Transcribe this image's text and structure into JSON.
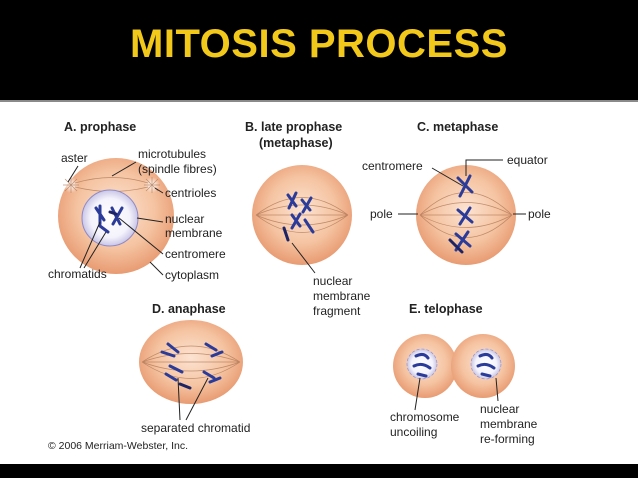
{
  "title": "MITOSIS PROCESS",
  "stages": {
    "a": {
      "title": "A. prophase"
    },
    "b": {
      "title": "B. late prophase",
      "subtitle": "(metaphase)"
    },
    "c": {
      "title": "C. metaphase"
    },
    "d": {
      "title": "D. anaphase"
    },
    "e": {
      "title": "E. telophase"
    }
  },
  "labels": {
    "aster": "aster",
    "microtubules": "microtubules",
    "spindle_fibres": "(spindle fibres)",
    "centrioles": "centrioles",
    "nuclear1": "nuclear",
    "membrane1": "membrane",
    "centromere_a": "centromere",
    "chromatids": "chromatids",
    "cytoplasm": "cytoplasm",
    "nuclear_b": "nuclear",
    "membrane_b": "membrane",
    "fragment_b": "fragment",
    "centromere_c": "centromere",
    "equator": "equator",
    "pole_left": "pole",
    "pole_right": "pole",
    "separated_chromatid": "separated chromatid",
    "chromosome": "chromosome",
    "uncoiling": "uncoiling",
    "nuclear_e": "nuclear",
    "membrane_e": "membrane",
    "reforming": "re-forming"
  },
  "copyright": "© 2006 Merriam-Webster, Inc.",
  "colors": {
    "title": "#f2c81a",
    "cell": "#f2b48c",
    "chromosome": "#2b3b9a",
    "background": "#ffffff"
  }
}
